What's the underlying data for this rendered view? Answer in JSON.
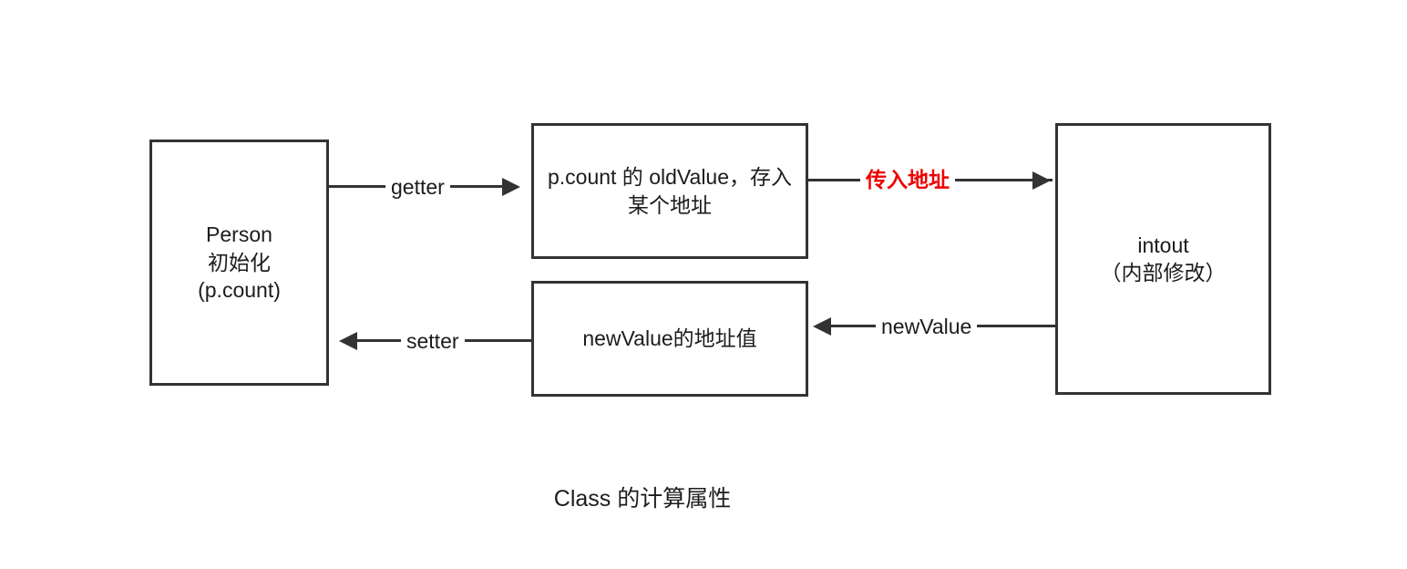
{
  "diagram": {
    "caption": "Class 的计算属性",
    "colors": {
      "stroke": "#333333",
      "text": "#1c1c1c",
      "accent_red": "#ee0000",
      "background": "#ffffff"
    },
    "nodes": [
      {
        "id": "person",
        "label": "Person\n初始化\n(p.count)"
      },
      {
        "id": "oldvalue",
        "label": "p.count 的 oldValue，存入某个地址"
      },
      {
        "id": "newvalue",
        "label": "newValue的地址值"
      },
      {
        "id": "intout",
        "label": "intout\n（内部修改）"
      }
    ],
    "edges": [
      {
        "id": "getter",
        "label": "getter",
        "from": "person",
        "to": "oldvalue",
        "direction": "right",
        "color": "#333333"
      },
      {
        "id": "pass",
        "label": "传入地址",
        "from": "oldvalue",
        "to": "intout",
        "direction": "right",
        "color": "#ee0000"
      },
      {
        "id": "newvalue",
        "label": "newValue",
        "from": "intout",
        "to": "newvalue",
        "direction": "left",
        "color": "#333333"
      },
      {
        "id": "setter",
        "label": "setter",
        "from": "newvalue",
        "to": "person",
        "direction": "left",
        "color": "#333333"
      }
    ]
  }
}
